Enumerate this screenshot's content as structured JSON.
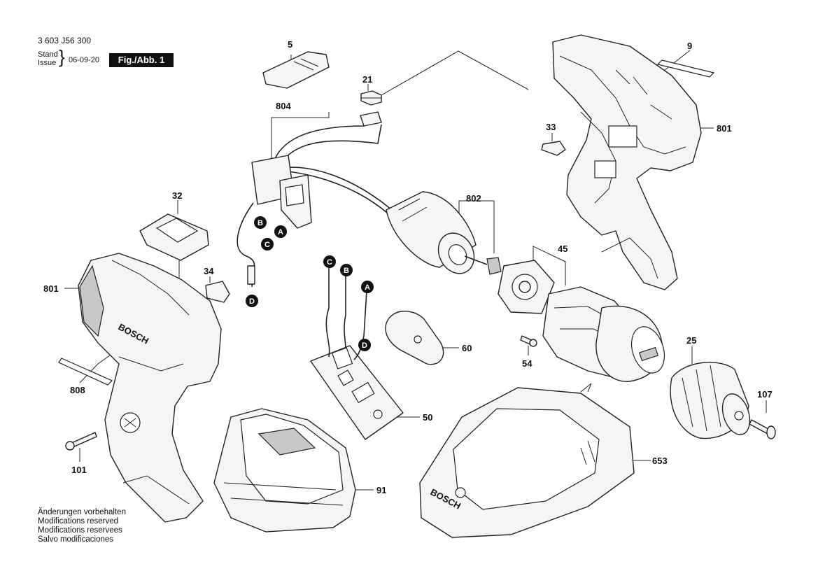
{
  "header": {
    "doc_number": "3 603 J56 300",
    "stand_issue_labels": [
      "Stand",
      "Issue"
    ],
    "brace": "}",
    "date": "06-09-20",
    "figure_label": "Fig./Abb. 1"
  },
  "notes": [
    "Änderungen vorbehalten",
    "Modifications reserved",
    "Modifications reservees",
    "Salvo modificaciones"
  ],
  "brand_text": "BOSCH",
  "callouts": {
    "c5": "5",
    "c21": "21",
    "c9": "9",
    "c804": "804",
    "c33": "33",
    "c801a": "801",
    "c32": "32",
    "c802": "802",
    "c45": "45",
    "c34": "34",
    "c801b": "801",
    "c60": "60",
    "c54": "54",
    "c25": "25",
    "c808": "808",
    "c50": "50",
    "c107": "107",
    "c101": "101",
    "c653": "653",
    "c91": "91"
  },
  "markers": {
    "b1": "B",
    "a1": "A",
    "c1": "C",
    "d1": "D",
    "c2": "C",
    "b2": "B",
    "a2": "A",
    "d2": "D"
  }
}
